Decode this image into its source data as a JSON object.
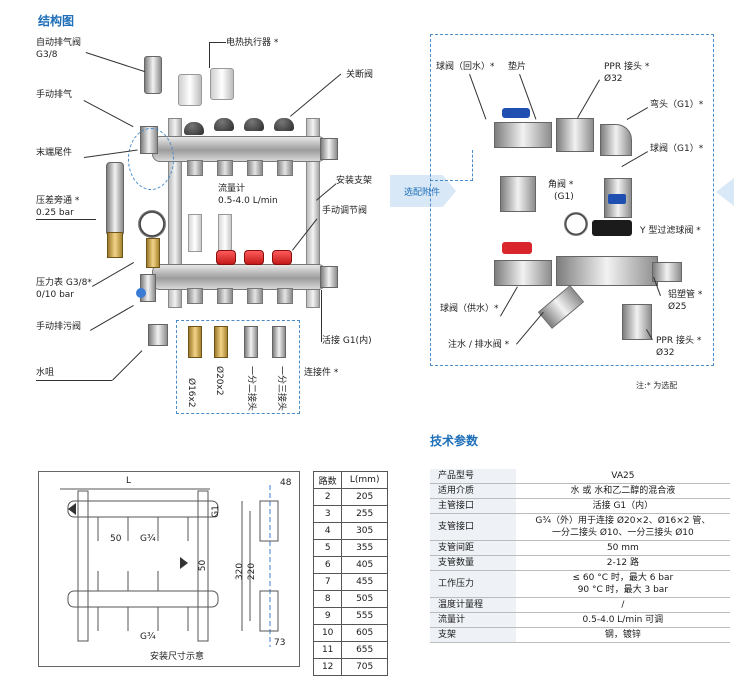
{
  "section_structure": "结构图",
  "section_specs": "技术参数",
  "labels_left": {
    "auto_vent": "自动排气阀",
    "auto_vent_size": "G3/8",
    "manual_vent": "手动排气",
    "end_cap": "末端尾件",
    "bypass": "压差旁通 *",
    "bypass_value": "0.25 bar",
    "gauge": "压力表 G3/8*",
    "gauge_range": "0/10 bar",
    "drain_valve": "手动排污阀",
    "water_nozzle": "水咀"
  },
  "labels_top": {
    "actuator": "电热执行器 *",
    "shutoff": "关断阀",
    "flowmeter": "流量计",
    "flowmeter_range": "0.5-4.0 L/min",
    "bracket": "安装支架",
    "manual_valve": "手动调节阀",
    "union": "活接 G1(内)"
  },
  "connectors": {
    "items": [
      "Ø16x2",
      "Ø20x2",
      "一分二接头",
      "一分三接头"
    ],
    "caption": "连接件 *"
  },
  "optional": {
    "chip": "选配附件",
    "ball_valve_return": "球阀（回水）*",
    "gasket": "垫片",
    "ppr_top": "PPR 接头 *",
    "ppr_top_size": "Ø32",
    "elbow": "弯头（G1）*",
    "ball_valve_g1": "球阀（G1）*",
    "angle_valve": "角阀 *",
    "angle_valve_size": "(G1)",
    "y_filter": "Y 型过滤球阀 *",
    "ball_valve_supply": "球阀（供水）*",
    "alu_pipe": "铝塑管 *",
    "alu_pipe_size": "Ø25",
    "ppr_bottom": "PPR 接头 *",
    "ppr_bottom_size": "Ø32",
    "fill_drain": "注水 / 排水阀 *",
    "note": "注:* 为选配"
  },
  "install": {
    "caption": "安装尺寸示意",
    "dims": [
      "L",
      "50",
      "G¾",
      "G1",
      "50",
      "G¾",
      "48",
      "220",
      "320",
      "73"
    ]
  },
  "length_table": {
    "headers": [
      "路数",
      "L(mm)"
    ],
    "rows": [
      [
        "2",
        "205"
      ],
      [
        "3",
        "255"
      ],
      [
        "4",
        "305"
      ],
      [
        "5",
        "355"
      ],
      [
        "6",
        "405"
      ],
      [
        "7",
        "455"
      ],
      [
        "8",
        "505"
      ],
      [
        "9",
        "555"
      ],
      [
        "10",
        "605"
      ],
      [
        "11",
        "655"
      ],
      [
        "12",
        "705"
      ]
    ]
  },
  "spec_table": [
    {
      "k": "产品型号",
      "v": "VA25"
    },
    {
      "k": "适用介质",
      "v": "水 或 水和乙二醇的混合液"
    },
    {
      "k": "主管接口",
      "v": "活接 G1（内）"
    },
    {
      "k": "支管接口",
      "v": "G¾（外）用于连接 Ø20×2、Ø16×2 管、\n一分二接头 Ø10、一分三接头 Ø10"
    },
    {
      "k": "支管间距",
      "v": "50 mm"
    },
    {
      "k": "支管数量",
      "v": "2-12 路"
    },
    {
      "k": "工作压力",
      "v": "≤ 60 °C 时，最大 6 bar\n90 °C 时，最大 3 bar"
    },
    {
      "k": "温度计量程",
      "v": "/"
    },
    {
      "k": "流量计",
      "v": "0.5-4.0 L/min 可调"
    },
    {
      "k": "支架",
      "v": "钢，镀锌"
    }
  ],
  "colors": {
    "accent": "#1e6fb8",
    "chip_bg": "#d9e8f6",
    "valve_red": "#d8262c",
    "valve_blue": "#1f4fb0"
  }
}
